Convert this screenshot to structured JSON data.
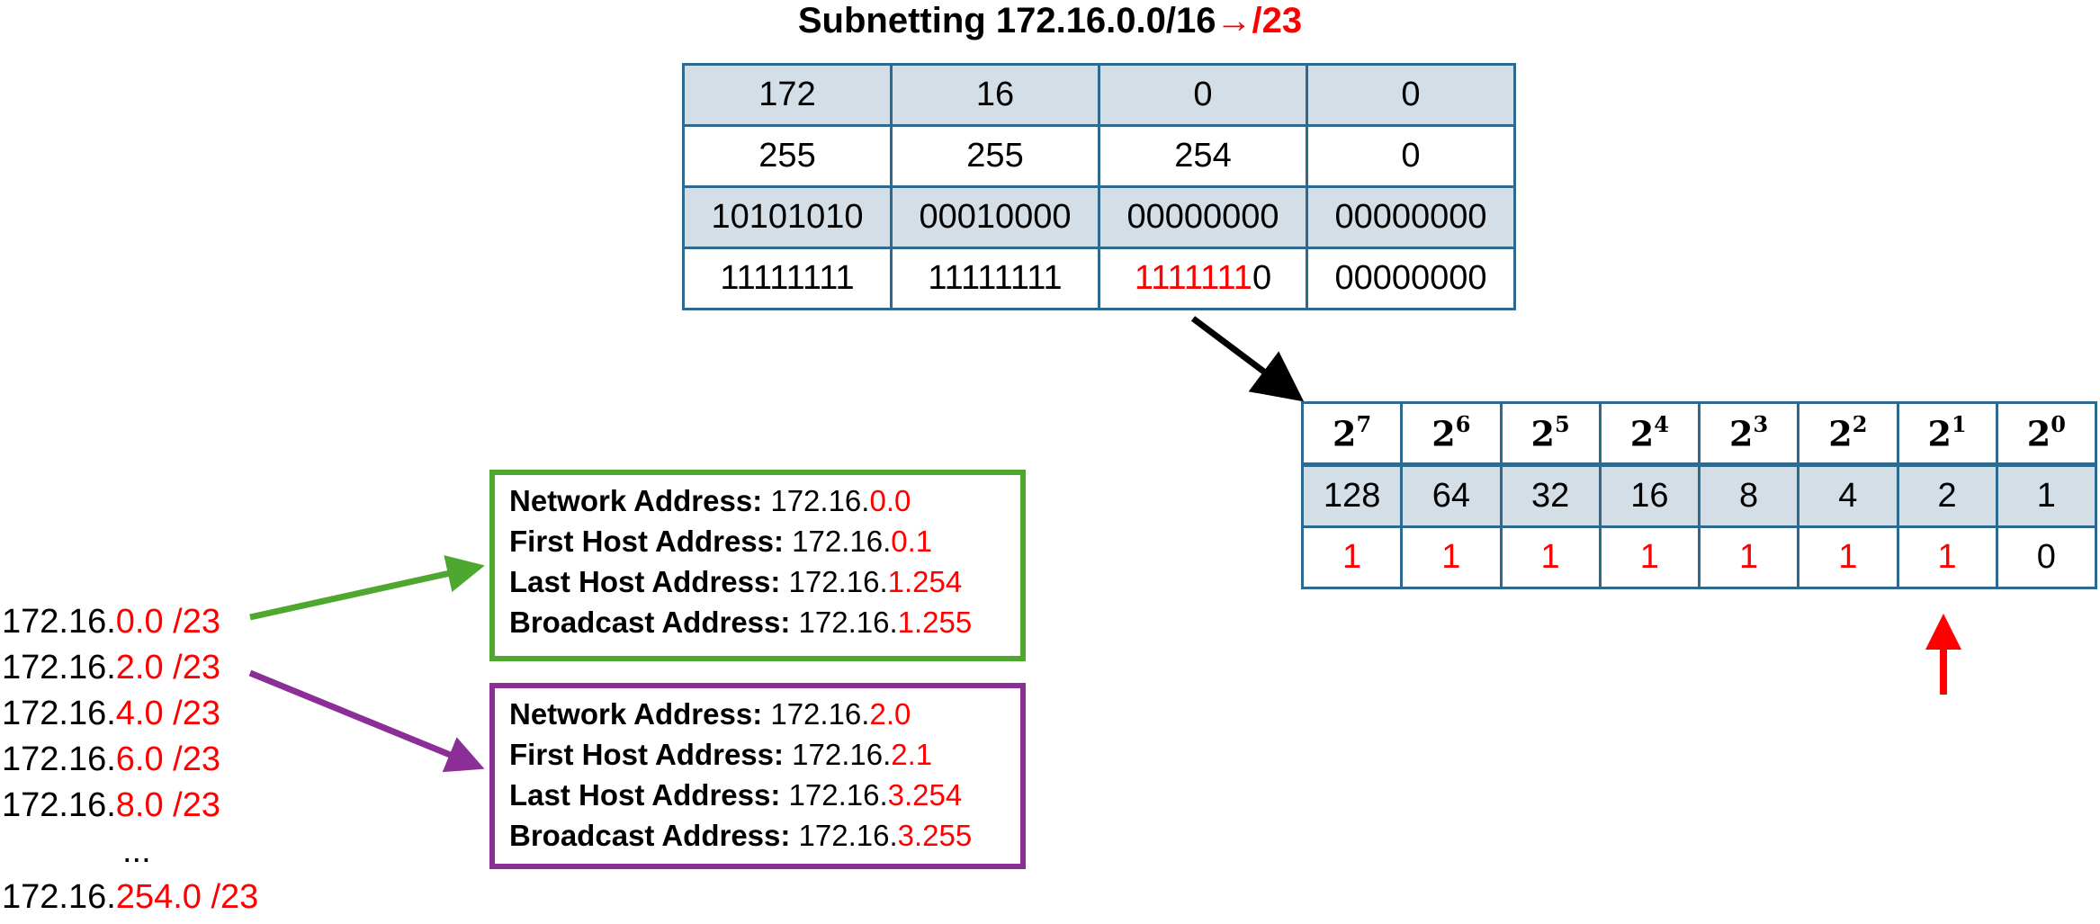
{
  "title": {
    "main": "Subnetting 172.16.0.0/16 ",
    "arrow": "→",
    "suffix": "/23"
  },
  "ip_table": {
    "rows": [
      {
        "shaded": true,
        "cells": [
          {
            "pre": "172",
            "red": "",
            "post": ""
          },
          {
            "pre": "16",
            "red": "",
            "post": ""
          },
          {
            "pre": "0",
            "red": "",
            "post": ""
          },
          {
            "pre": "0",
            "red": "",
            "post": ""
          }
        ]
      },
      {
        "shaded": false,
        "cells": [
          {
            "pre": "255",
            "red": "",
            "post": ""
          },
          {
            "pre": "255",
            "red": "",
            "post": ""
          },
          {
            "pre": "254",
            "red": "",
            "post": ""
          },
          {
            "pre": "0",
            "red": "",
            "post": ""
          }
        ]
      },
      {
        "shaded": true,
        "cells": [
          {
            "pre": "10101010",
            "red": "",
            "post": ""
          },
          {
            "pre": "00010000",
            "red": "",
            "post": ""
          },
          {
            "pre": "00000000",
            "red": "",
            "post": ""
          },
          {
            "pre": "00000000",
            "red": "",
            "post": ""
          }
        ]
      },
      {
        "shaded": false,
        "cells": [
          {
            "pre": "11111111",
            "red": "",
            "post": ""
          },
          {
            "pre": "11111111",
            "red": "",
            "post": ""
          },
          {
            "pre": "",
            "red": "1111111",
            "post": "0"
          },
          {
            "pre": "00000000",
            "red": "",
            "post": ""
          }
        ]
      }
    ]
  },
  "power_table": {
    "base": "2",
    "exponents": [
      "7",
      "6",
      "5",
      "4",
      "3",
      "2",
      "1",
      "0"
    ],
    "values": [
      "128",
      "64",
      "32",
      "16",
      "8",
      "4",
      "2",
      "1"
    ],
    "bits": [
      "1",
      "1",
      "1",
      "1",
      "1",
      "1",
      "1",
      "0"
    ]
  },
  "subnets": [
    {
      "prefix": "172.16.",
      "suffix": "0.0 /23"
    },
    {
      "prefix": "172.16.",
      "suffix": "2.0 /23"
    },
    {
      "prefix": "172.16.",
      "suffix": "4.0 /23"
    },
    {
      "prefix": "172.16.",
      "suffix": "6.0 /23"
    },
    {
      "prefix": "172.16.",
      "suffix": "8.0 /23"
    },
    {
      "ellipsis": "..."
    },
    {
      "prefix": "172.16.",
      "suffix": "254.0 /23"
    }
  ],
  "boxes": {
    "green": [
      {
        "label": "Network Address:",
        "prefix": " 172.16.",
        "suffix": "0.0"
      },
      {
        "label": "First Host Address:",
        "prefix": " 172.16.",
        "suffix": "0.1"
      },
      {
        "label": "Last Host Address:",
        "prefix": " 172.16.",
        "suffix": "1.254"
      },
      {
        "label": "Broadcast Address:",
        "prefix": " 172.16.",
        "suffix": "1.255"
      }
    ],
    "purple": [
      {
        "label": "Network Address:",
        "prefix": " 172.16.",
        "suffix": "2.0"
      },
      {
        "label": "First Host Address:",
        "prefix": " 172.16.",
        "suffix": "2.1"
      },
      {
        "label": "Last Host Address:",
        "prefix": " 172.16.",
        "suffix": "3.254"
      },
      {
        "label": "Broadcast Address:",
        "prefix": " 172.16.",
        "suffix": "3.255"
      }
    ]
  },
  "colors": {
    "highlight": "#ff0000",
    "table_border": "#2e6a8f",
    "table_shade": "#d3dee6",
    "green_box": "#4ea72e",
    "purple_box": "#8b2e98",
    "black_arrow": "#000000"
  }
}
